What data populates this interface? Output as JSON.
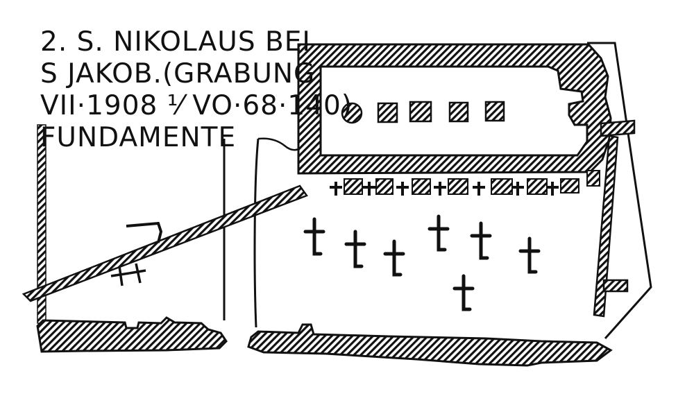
{
  "caption": {
    "line1": "2. S. NIKOLAUS BEI",
    "line2": "S JAKOB.(GRABUNG",
    "line3": "VII·1908 ⅟ VO·68·140)",
    "line4": "FUNDAMENTE"
  },
  "colors": {
    "ink": "#111111",
    "paper": "#ffffff"
  },
  "icons": {
    "grave_cross": "cross-icon",
    "column_base": "square-icon",
    "round_pier": "circle-icon"
  }
}
